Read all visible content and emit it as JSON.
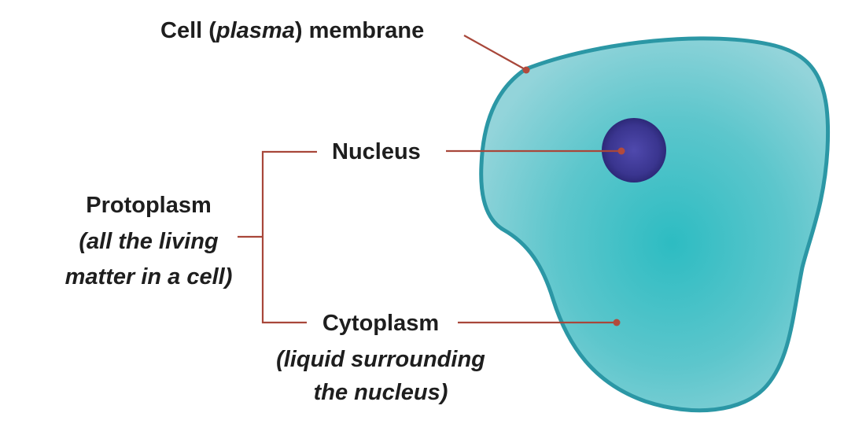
{
  "labels": {
    "membrane": {
      "prefix": "Cell (",
      "italic": "plasma",
      "suffix": ") membrane"
    },
    "nucleus": "Nucleus",
    "protoplasm": "Protoplasm",
    "protoplasm_note_line1": "(all the living",
    "protoplasm_note_line2": "matter in a cell)",
    "cytoplasm": "Cytoplasm",
    "cytoplasm_note_line1": "(liquid surrounding",
    "cytoplasm_note_line2": "the nucleus)"
  },
  "colors": {
    "cell_fill_center": "#2fbcc3",
    "cell_fill_edge": "#8fd3da",
    "cell_outline": "#2b97a5",
    "nucleus_center": "#4a44a8",
    "nucleus_edge": "#2a2778",
    "leader_line": "#a8473a",
    "text": "#1e1e1e"
  }
}
